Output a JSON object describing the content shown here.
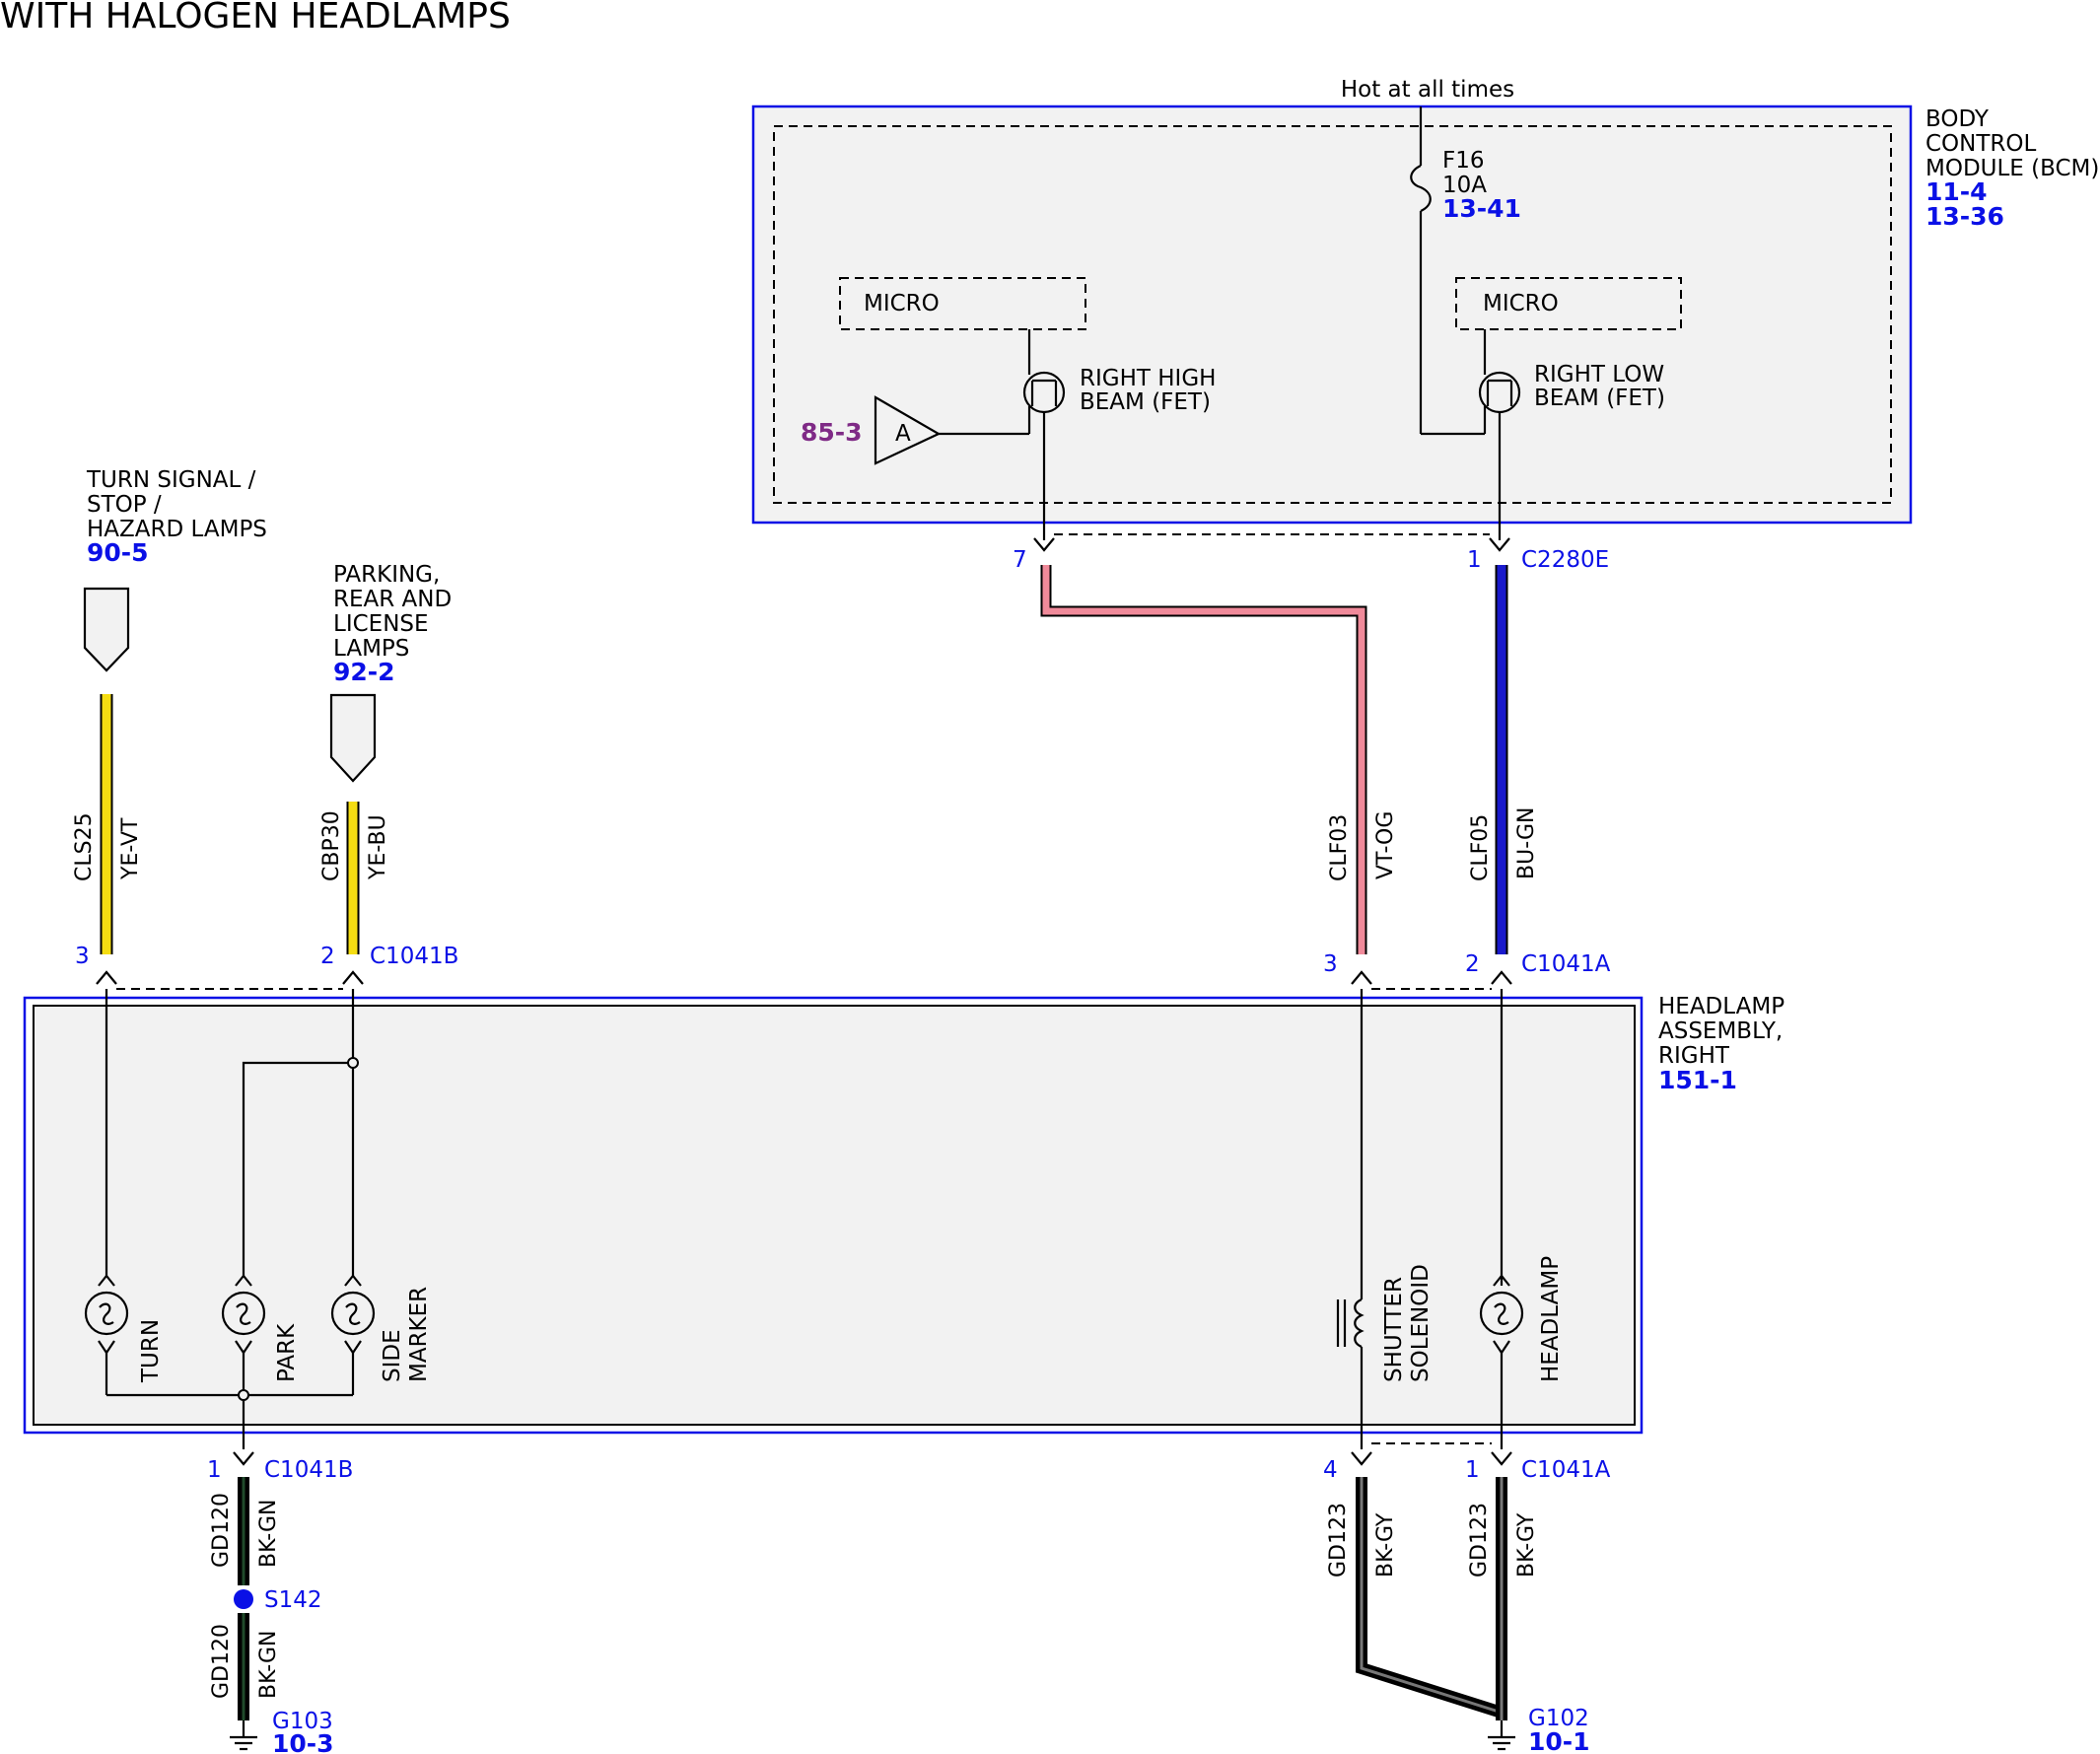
{
  "title": "WITH HALOGEN HEADLAMPS",
  "power": {
    "label": "Hot at all times"
  },
  "bcm": {
    "name_lines": [
      "BODY",
      "CONTROL",
      "MODULE (BCM)"
    ],
    "refs": [
      "11-4",
      "13-36"
    ],
    "fuse": {
      "name": "F16",
      "rating": "10A",
      "ref": "13-41"
    },
    "micro_left": "MICRO",
    "micro_right": "MICRO",
    "high_beam_fet": [
      "RIGHT HIGH",
      "BEAM (FET)"
    ],
    "low_beam_fet": [
      "RIGHT LOW",
      "BEAM (FET)"
    ],
    "input_ref": "85-3",
    "input_letter": "A"
  },
  "connectors": {
    "c2280e": {
      "name": "C2280E",
      "pin_high": "7",
      "pin_low": "1"
    },
    "c1041b_top": {
      "name": "C1041B",
      "pin_turn": "3",
      "pin_park": "2"
    },
    "c1041a_top": {
      "name": "C1041A",
      "pin_shutter": "3",
      "pin_headlamp": "2"
    },
    "c1041b_bottom": {
      "name": "C1041B",
      "pin": "1"
    },
    "c1041a_bottom": {
      "name": "C1041A",
      "pin_shutter": "4",
      "pin_headlamp": "1"
    }
  },
  "wires": {
    "turn": {
      "circuit": "CLS25",
      "color": "YE-VT",
      "hex": "#f5dd12"
    },
    "park": {
      "circuit": "CBP30",
      "color": "YE-BU",
      "hex": "#f5dd12"
    },
    "high_beam": {
      "circuit": "CLF03",
      "color": "VT-OG",
      "hex": "#f08a9a"
    },
    "low_beam": {
      "circuit": "CLF05",
      "color": "BU-GN",
      "hex": "#1a1acc"
    },
    "ground_left_upper": {
      "circuit": "GD120",
      "color": "BK-GN"
    },
    "ground_left_lower": {
      "circuit": "GD120",
      "color": "BK-GN"
    },
    "ground_right_a": {
      "circuit": "GD123",
      "color": "BK-GY"
    },
    "ground_right_b": {
      "circuit": "GD123",
      "color": "BK-GY"
    }
  },
  "turn_source": {
    "lines": [
      "TURN SIGNAL /",
      "STOP /",
      "HAZARD LAMPS"
    ],
    "ref": "90-5"
  },
  "park_source": {
    "lines": [
      "PARKING,",
      "REAR AND",
      "LICENSE",
      "LAMPS"
    ],
    "ref": "92-2"
  },
  "headlamp_assembly": {
    "lines": [
      "HEADLAMP",
      "ASSEMBLY,",
      "RIGHT"
    ],
    "ref": "151-1"
  },
  "components": {
    "turn": [
      "TURN"
    ],
    "park": [
      "PARK"
    ],
    "side_marker": [
      "SIDE",
      "MARKER"
    ],
    "shutter": [
      "SHUTTER",
      "SOLENOID"
    ],
    "headlamp": [
      "HEADLAMP"
    ]
  },
  "splice": {
    "name": "S142"
  },
  "grounds": {
    "g103": {
      "name": "G103",
      "ref": "10-3"
    },
    "g102": {
      "name": "G102",
      "ref": "10-1"
    }
  },
  "colors": {
    "reference_blue": "#0a10e6",
    "reference_purple": "#7f2a86",
    "module_fill": "#f2f2f2",
    "module_border": "#0a10e6"
  }
}
